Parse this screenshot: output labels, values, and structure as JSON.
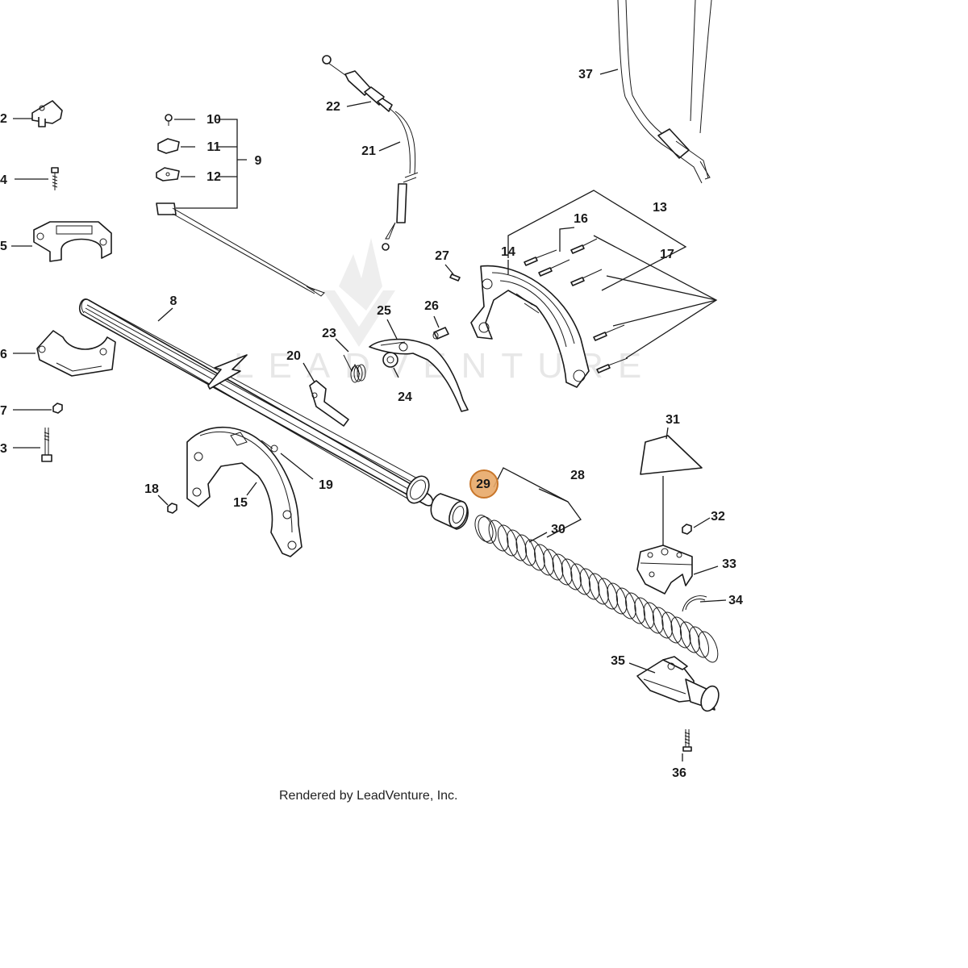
{
  "diagram": {
    "watermark": "LEADVENTURE",
    "credit": "Rendered by LeadVenture, Inc.",
    "highlight_color": "#e8a868",
    "highlight_stroke": "#c8762a",
    "highlighted_part": "29",
    "callouts": [
      "2",
      "4",
      "5",
      "6",
      "7",
      "3",
      "10",
      "11",
      "12",
      "9",
      "22",
      "21",
      "37",
      "13",
      "16",
      "14",
      "17",
      "27",
      "8",
      "25",
      "26",
      "23",
      "20",
      "24",
      "31",
      "29",
      "28",
      "30",
      "32",
      "33",
      "34",
      "18",
      "15",
      "19",
      "35",
      "36"
    ]
  }
}
